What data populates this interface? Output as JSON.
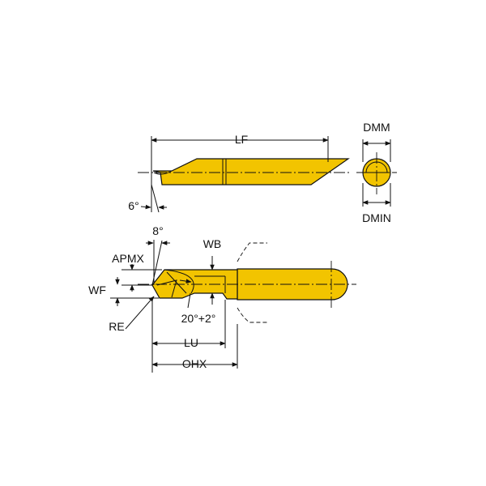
{
  "colors": {
    "tool_fill": "#f2c400",
    "line": "#111111",
    "background": "#ffffff"
  },
  "labels": {
    "lf": "LF",
    "dmm": "DMM",
    "dmin": "DMIN",
    "angle_6": "6°",
    "angle_8": "8°",
    "apmx": "APMX",
    "wb": "WB",
    "wf": "WF",
    "angle_20": "20°+2°",
    "re": "RE",
    "lu": "LU",
    "ohx": "OHX"
  }
}
